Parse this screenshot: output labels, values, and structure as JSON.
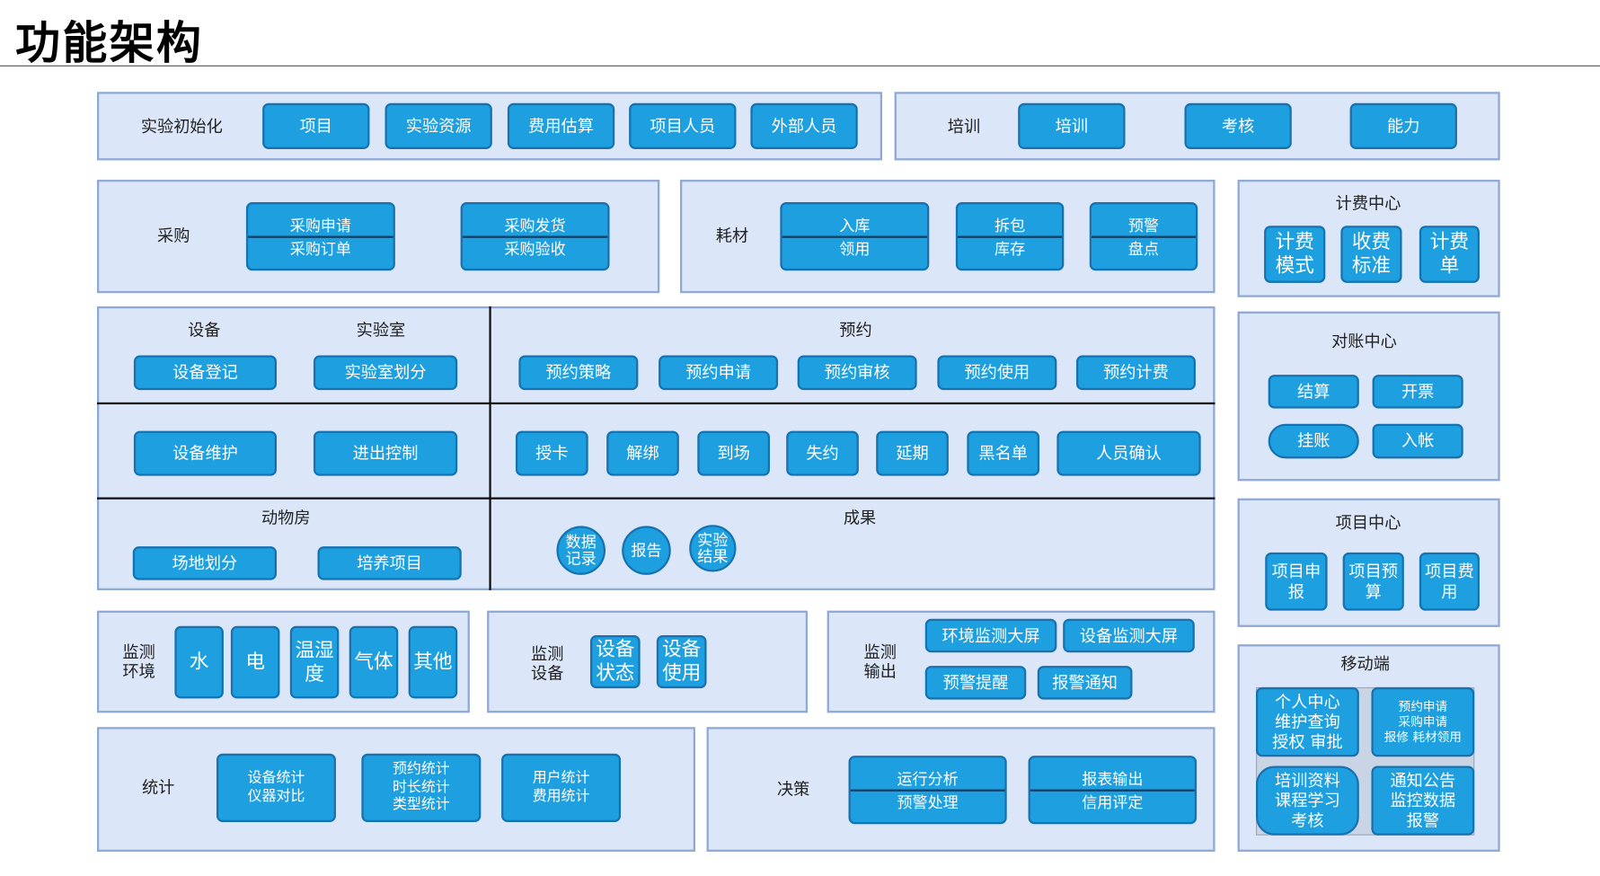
{
  "title": "功能架构",
  "init": {
    "label": "实验初始化",
    "items": [
      "项目",
      "实验资源",
      "费用估算",
      "项目人员",
      "外部人员"
    ]
  },
  "training": {
    "label": "培训",
    "items": [
      "培训",
      "考核",
      "能力"
    ]
  },
  "purchase": {
    "label": "采购",
    "items": [
      {
        "top": "采购申请",
        "bottom": "采购订单"
      },
      {
        "top": "采购发货",
        "bottom": "采购验收"
      }
    ]
  },
  "consumables": {
    "label": "耗材",
    "items": [
      {
        "top": "入库",
        "bottom": "领用"
      },
      {
        "top": "拆包",
        "bottom": "库存"
      },
      {
        "top": "预警",
        "bottom": "盘点"
      }
    ]
  },
  "billing_center": {
    "title": "计费中心",
    "items": [
      "计费模式",
      "收费标准",
      "计费单"
    ]
  },
  "equipment": {
    "label": "设备",
    "items": [
      "设备登记",
      "设备维护"
    ]
  },
  "lab": {
    "label": "实验室",
    "items": [
      "实验室划分",
      "进出控制"
    ]
  },
  "booking": {
    "label": "预约",
    "items": [
      "预约策略",
      "预约申请",
      "预约审核",
      "预约使用",
      "预约计费"
    ],
    "actions": [
      "授卡",
      "解绑",
      "到场",
      "失约",
      "延期",
      "黑名单",
      "人员确认"
    ]
  },
  "animal_room": {
    "label": "动物房",
    "items": [
      "场地划分",
      "培养项目"
    ]
  },
  "results": {
    "label": "成果",
    "items": [
      "数据\n记录",
      "报告",
      "实验\n结果"
    ]
  },
  "reconciliation": {
    "title": "对账中心",
    "items": [
      "结算",
      "开票",
      "挂账",
      "入帐"
    ]
  },
  "project_center": {
    "title": "项目中心",
    "items": [
      "项目申\n报",
      "项目预\n算",
      "项目费\n用"
    ]
  },
  "mobile": {
    "title": "移动端",
    "items": [
      "个人中心\n维护查询\n授权 审批",
      "预约申请\n采购申请\n报修 耗材领用",
      "培训资料\n课程学习\n考核",
      "通知公告\n监控数据\n报警"
    ]
  },
  "env_monitor": {
    "label": "监测\n环境",
    "items": [
      "水",
      "电",
      "温湿\n度",
      "气体",
      "其他"
    ]
  },
  "device_monitor": {
    "label": "监测\n设备",
    "items": [
      "设备\n状态",
      "设备\n使用"
    ]
  },
  "output_monitor": {
    "label": "监测\n输出",
    "items": [
      "环境监测大屏",
      "设备监测大屏",
      "预警提醒",
      "报警通知"
    ]
  },
  "statistics": {
    "label": "统计",
    "items": [
      "设备统计\n仪器对比",
      "预约统计\n时长统计\n类型统计",
      "用户统计\n费用统计"
    ]
  },
  "decision": {
    "label": "决策",
    "items": [
      {
        "top": "运行分析",
        "bottom": "预警处理"
      },
      {
        "top": "报表输出",
        "bottom": "信用评定"
      }
    ]
  },
  "colors": {
    "panel": "#dbe7f8",
    "button": "#1e9fe0",
    "border": "#8fa9d6"
  }
}
